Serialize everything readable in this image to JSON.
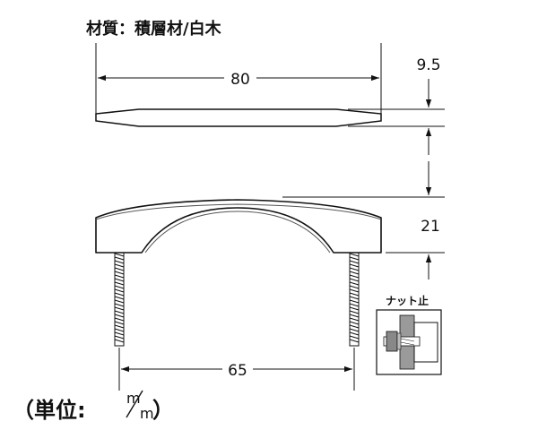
{
  "title": "材質：積層材/白木",
  "unit": {
    "prefix": "（単位:",
    "numerator": "m",
    "denominator": "m",
    "suffix": "）"
  },
  "dimensions": {
    "length": "80",
    "thickness": "9.5",
    "height": "21",
    "pitch": "65"
  },
  "detail_label": "ナット止"
}
